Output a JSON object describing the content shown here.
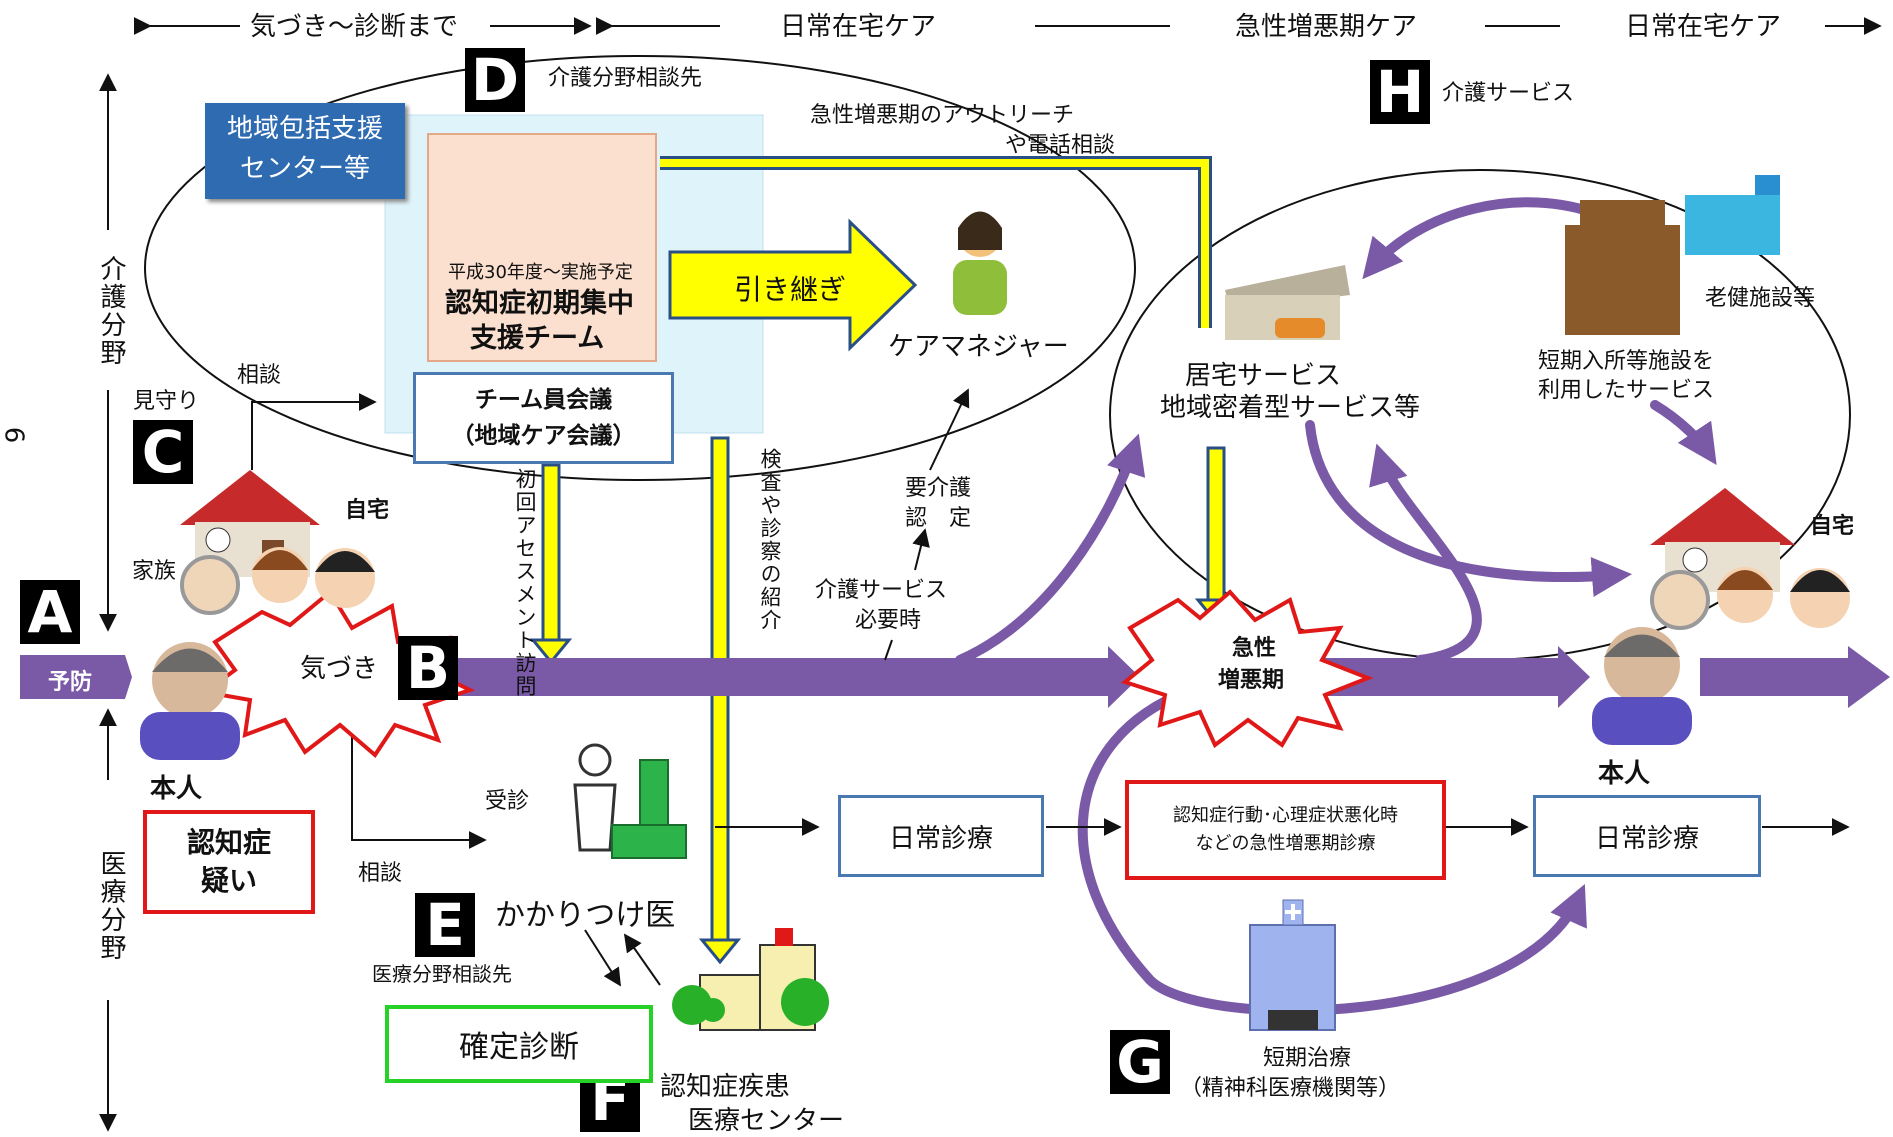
{
  "phases": {
    "p1": "気づき〜診断まで",
    "p2": "日常在宅ケア",
    "p3": "急性増悪期ケア",
    "p4": "日常在宅ケア"
  },
  "axis": {
    "care": "介護分野",
    "medical": "医療分野",
    "page_number": "6"
  },
  "badges": {
    "a": "A",
    "b": "B",
    "c": "C",
    "d": "D",
    "e": "E",
    "f": "F",
    "g": "G",
    "h": "H"
  },
  "labels": {
    "kaigo_consult": "介護分野相談先",
    "chiiki_center": "地域包括支援センター等",
    "chiiki_center_l1": "地域包括支援",
    "chiiki_center_l2": "センター等",
    "team_year": "平成30年度〜実施予定",
    "team_name_l1": "認知症初期集中",
    "team_name_l2": "支援チーム",
    "hikitsugi": "引き継ぎ",
    "care_manager": "ケアマネジャー",
    "team_meeting_l1": "チーム員会議",
    "team_meeting_l2": "（地域ケア会議）",
    "outreach_l1": "急性増悪期のアウトリーチ",
    "outreach_l2": "や電話相談",
    "mimamori": "見守り",
    "soudan1": "相談",
    "soudan2": "相談",
    "jitaku1": "自宅",
    "jitaku2": "自宅",
    "kazoku": "家族",
    "yobou": "予防",
    "kizuki": "気づき",
    "honnin1": "本人",
    "honnin2": "本人",
    "ninchi_utagai_l1": "認知症",
    "ninchi_utagai_l2": "疑い",
    "shokai_assessment": "初回アセスメント訪問",
    "kensa_shokai": "検査や診察の紹介",
    "youkaigo_l1": "要介護",
    "youkaigo_l2": "認　定",
    "kaigo_service_need_l1": "介護サービス",
    "kaigo_service_need_l2": "必要時",
    "jushin": "受診",
    "kakaritsuke": "かかりつけ医",
    "iryo_consult": "医療分野相談先",
    "kakutei": "確定診断",
    "center_l1": "認知症疾患",
    "center_l2": "医療センター",
    "nichijo1": "日常診療",
    "nichijo2": "日常診療",
    "acute_diag_l1": "認知症行動･心理症状悪化時",
    "acute_diag_l2": "などの急性増悪期診療",
    "kyusei_l1": "急性",
    "kyusei_l2": "増悪期",
    "tanki_l1": "短期治療",
    "tanki_l2": "（精神科医療機関等）",
    "kaigo_service": "介護サービス",
    "kyotaku_l1": "居宅サービス",
    "kyotaku_l2": "地域密着型サービス等",
    "tanki_nyusho_l1": "短期入所等施設を",
    "tanki_nyusho_l2": "利用したサービス",
    "roken": "老健施設等"
  },
  "colors": {
    "purple": "#7a5aa6",
    "yellow": "#ffff00",
    "blue_box": "#2e6bb0",
    "red": "#e01818",
    "green": "#27d227"
  },
  "icons": [
    "people-group-icon",
    "care-manager-icon",
    "house-icon",
    "family-icon",
    "person-icon",
    "doctor-icon",
    "hospital-icon",
    "clinic-icon",
    "facility-icon",
    "residence-icon"
  ]
}
